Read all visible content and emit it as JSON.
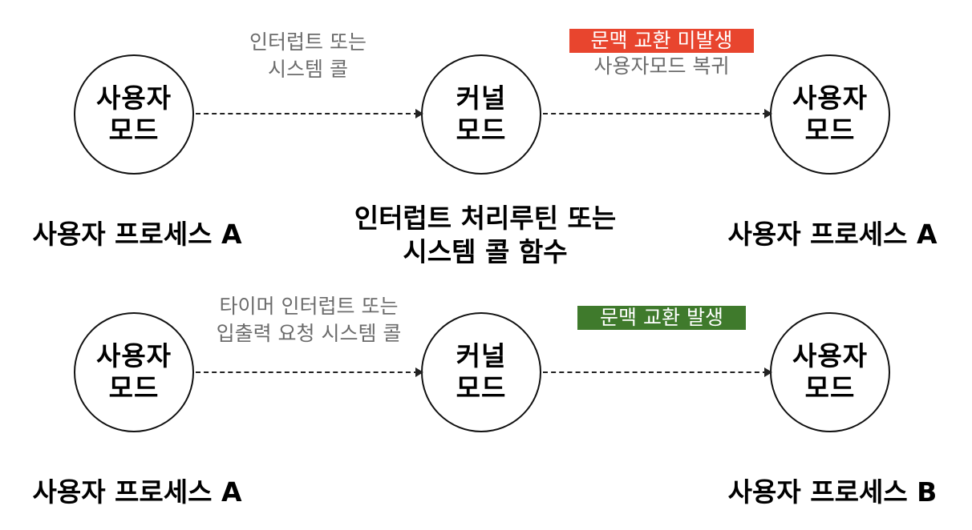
{
  "row1": {
    "node_left": {
      "line1": "사용자",
      "line2": "모드"
    },
    "node_mid": {
      "line1": "커널",
      "line2": "모드"
    },
    "node_right": {
      "line1": "사용자",
      "line2": "모드"
    },
    "arrow1_note": {
      "line1": "인터럽트 또는",
      "line2": "시스템 콜"
    },
    "arrow2_note": {
      "badge": "문맥 교환 미발생",
      "badge_color": "#e8452e",
      "line2": "사용자모드 복귀"
    },
    "label_left": "사용자 프로세스 A",
    "label_mid": {
      "line1": "인터럽트 처리루틴 또는",
      "line2": "시스템 콜 함수"
    },
    "label_right": "사용자 프로세스 A"
  },
  "row2": {
    "node_left": {
      "line1": "사용자",
      "line2": "모드"
    },
    "node_mid": {
      "line1": "커널",
      "line2": "모드"
    },
    "node_right": {
      "line1": "사용자",
      "line2": "모드"
    },
    "arrow1_note": {
      "line1": "타이머 인터럽트 또는",
      "line2": "입출력 요청 시스템 콜"
    },
    "arrow2_note": {
      "badge": "문맥 교환 발생",
      "badge_color": "#3f7a2c"
    },
    "label_left": "사용자 프로세스 A",
    "label_right": "사용자 프로세스 B"
  }
}
